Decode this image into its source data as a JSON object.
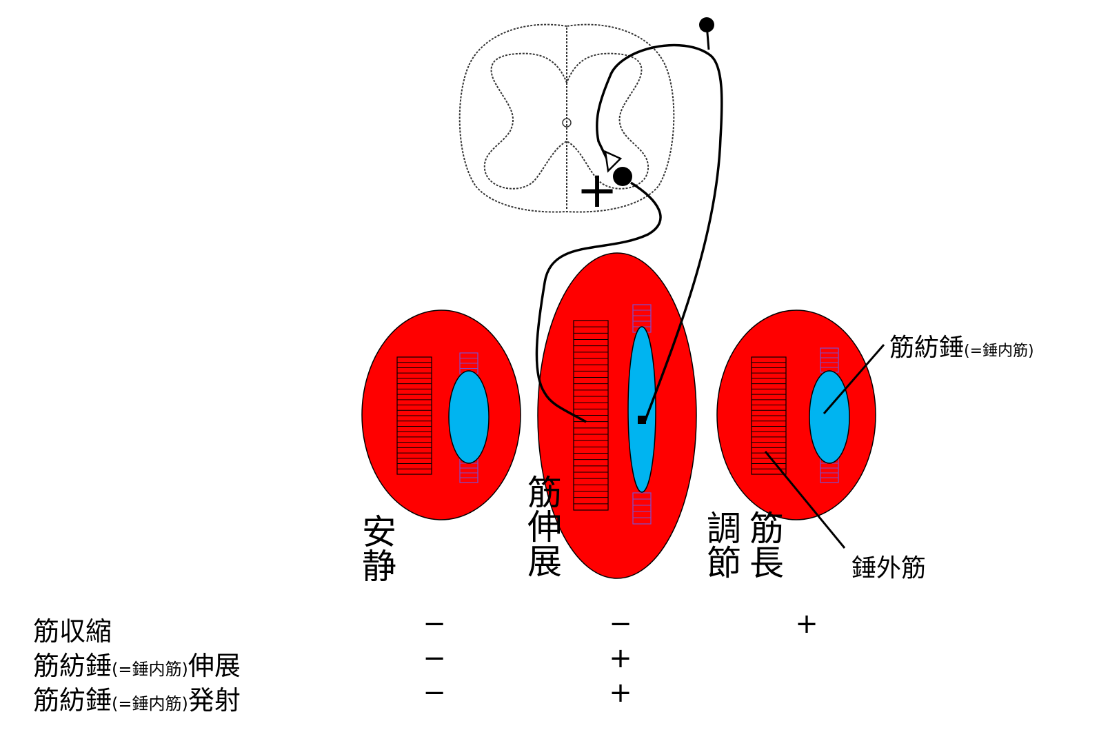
{
  "colors": {
    "extrafusal": "#ff0000",
    "intrafusal": "#00b4f0",
    "striation_red": "#000000",
    "striation_blue": "#7a4fd0",
    "outline": "#000000"
  },
  "states": {
    "rest": "安静",
    "stretch": "筋伸展",
    "length_adjust": [
      "調節",
      "筋長"
    ]
  },
  "labels": {
    "spindle_main": "筋紡錘",
    "spindle_paren": "(=錘内筋)",
    "extrafusal": "錘外筋",
    "synapse_plus": "+"
  },
  "table": {
    "rows": [
      {
        "label": "筋収縮",
        "paren": "",
        "suffix": "",
        "values": [
          "−",
          "−",
          "+"
        ]
      },
      {
        "label": "筋紡錘",
        "paren": "(=錘内筋)",
        "suffix": "伸展",
        "values": [
          "−",
          "+",
          ""
        ]
      },
      {
        "label": "筋紡錘",
        "paren": "(=錘内筋)",
        "suffix": "発射",
        "values": [
          "−",
          "+",
          ""
        ]
      }
    ]
  }
}
